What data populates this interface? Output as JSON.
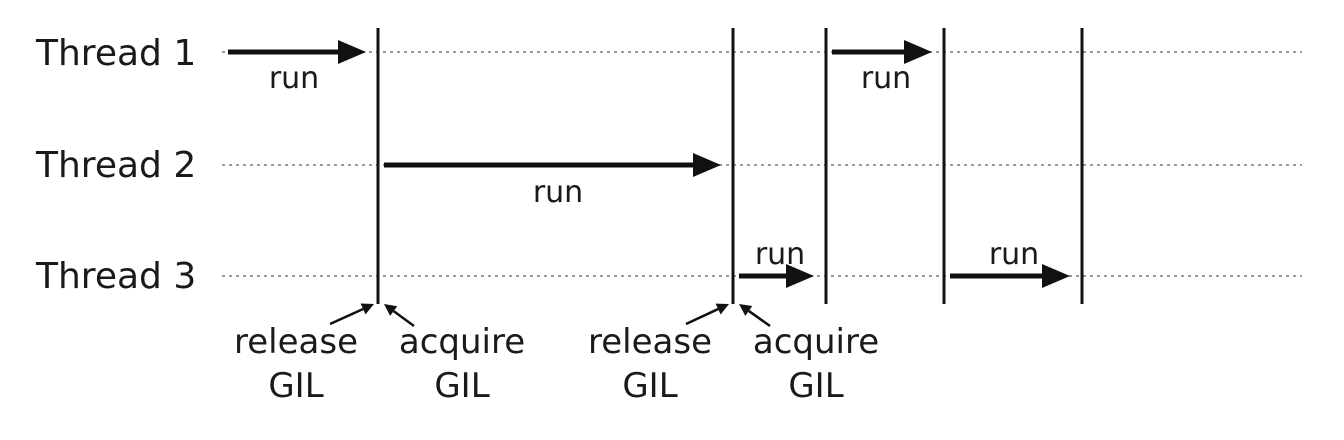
{
  "threads": [
    {
      "label": "Thread 1"
    },
    {
      "label": "Thread 2"
    },
    {
      "label": "Thread 3"
    }
  ],
  "run_label": "run",
  "runs": [
    {
      "thread": 0,
      "start": 0,
      "end": 1
    },
    {
      "thread": 1,
      "start": 1,
      "end": 2
    },
    {
      "thread": 2,
      "start": 2,
      "end": 3
    },
    {
      "thread": 0,
      "start": 3,
      "end": 4
    },
    {
      "thread": 2,
      "start": 4,
      "end": 5
    }
  ],
  "gil_events": [
    {
      "text": "release",
      "sub": "GIL"
    },
    {
      "text": "acquire",
      "sub": "GIL"
    },
    {
      "text": "release",
      "sub": "GIL"
    },
    {
      "text": "acquire",
      "sub": "GIL"
    }
  ],
  "colors": {
    "line": "#111111",
    "dotted": "#9a9a9a",
    "text": "#1a1a1a"
  }
}
